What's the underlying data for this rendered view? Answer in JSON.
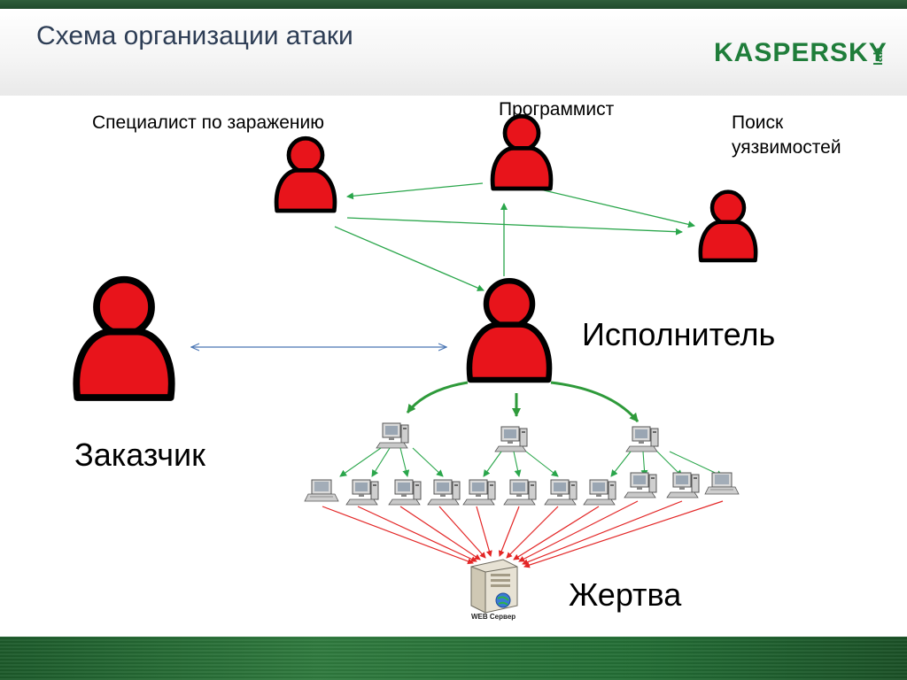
{
  "slide": {
    "title": "Схема организации атаки"
  },
  "logo": {
    "text": "KASPERSKY",
    "sub": "lab",
    "color": "#1f7d3a"
  },
  "roles": {
    "infection_specialist": "Специалист по заражению",
    "programmer": "Программист",
    "vuln_search_line1": "Поиск",
    "vuln_search_line2": "уязвимостей",
    "executor": "Исполнитель",
    "customer": "Заказчик",
    "victim": "Жертва"
  },
  "server": {
    "label": "WEB Сервер"
  },
  "colors": {
    "person": "#e8141b",
    "person_outline": "#000000",
    "team_link": "#2aa64b",
    "customer_link": "#4a76b4",
    "control_link": "#2e9a3a",
    "attack_link": "#e32626"
  }
}
